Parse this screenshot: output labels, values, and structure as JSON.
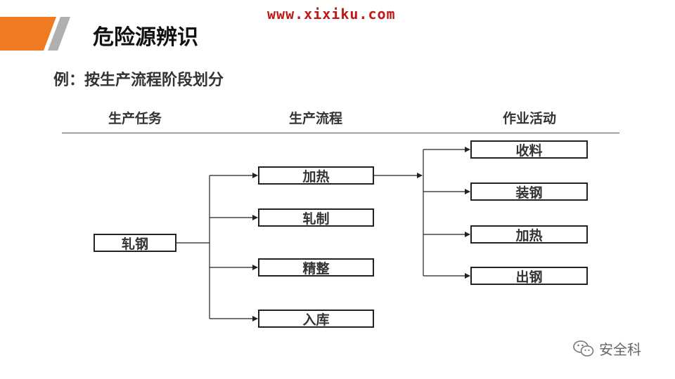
{
  "watermark": "www.xixiku.com",
  "slide": {
    "title": "危险源辨识",
    "subtitle": "例：按生产流程阶段划分"
  },
  "columns": {
    "task": "生产任务",
    "process": "生产流程",
    "activity": "作业活动"
  },
  "diagram": {
    "root": "轧钢",
    "processes": [
      "加热",
      "轧制",
      "精整",
      "入库"
    ],
    "activities": [
      "收料",
      "装钢",
      "加热",
      "出钢"
    ]
  },
  "footer": {
    "account": "安全科",
    "icon": "wechat-icon"
  },
  "colors": {
    "accent": "#f07a21",
    "accent_dark": "#b0b0b0",
    "watermark": "#c01818"
  }
}
